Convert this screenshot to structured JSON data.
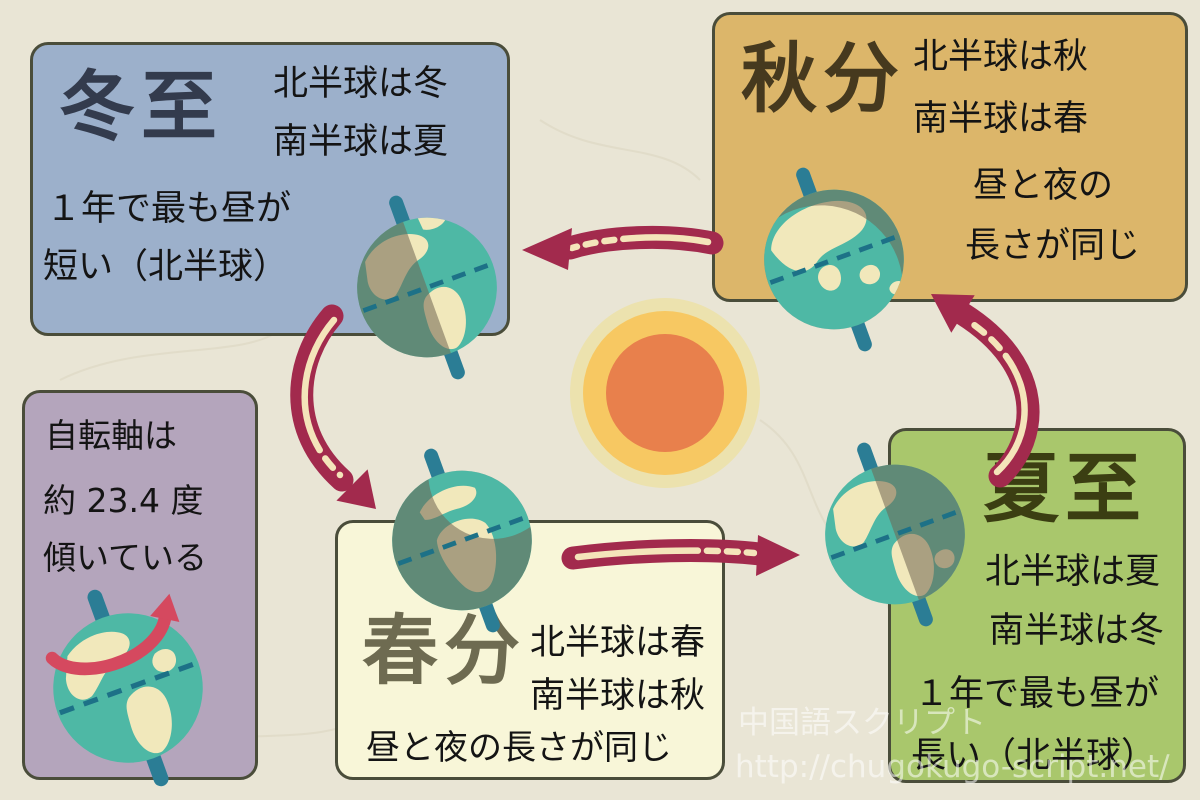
{
  "panels": {
    "winter": {
      "title": "冬至",
      "hemisphere_north": "北半球は冬",
      "hemisphere_south": "南半球は夏",
      "note_line1": "１年で最も昼が",
      "note_line2": "短い（北半球）"
    },
    "autumn": {
      "title": "秋分",
      "hemisphere_north": "北半球は秋",
      "hemisphere_south": "南半球は春",
      "note_line1": "昼と夜の",
      "note_line2": "長さが同じ"
    },
    "spring": {
      "title": "春分",
      "hemisphere_north": "北半球は春",
      "hemisphere_south": "南半球は秋",
      "note": "昼と夜の長さが同じ"
    },
    "summer": {
      "title": "夏至",
      "hemisphere_north": "北半球は夏",
      "hemisphere_south": "南半球は冬",
      "note_line1": "１年で最も昼が",
      "note_line2": "長い（北半球）"
    },
    "axis_tilt": {
      "line1": "自転軸は",
      "line2": "約 23.4 度",
      "line3": "傾いている"
    }
  },
  "watermark": {
    "site_name": "中国語スクリプト",
    "url": "http://chugokugo-script.net/"
  },
  "colors": {
    "background": "#e9e5d5",
    "panel_border": "#4a4d3a",
    "winter_panel": "#9cb0cb",
    "autumn_panel": "#dcb66a",
    "spring_panel": "#f8f6d8",
    "summer_panel": "#a9c76c",
    "axis_panel": "#b4a5bc",
    "cycle_arrow": "#a22a4d",
    "cycle_arrow_stripe": "#f4e4ba",
    "sun_core": "#e8804c",
    "sun_mid": "#f7c862",
    "sun_halo": "#ece2ae",
    "globe_ocean": "#4eb8a5",
    "globe_land": "#f1e8bb",
    "globe_axis_rod": "#2b7d95",
    "rotation_arrow": "#d5495f"
  }
}
